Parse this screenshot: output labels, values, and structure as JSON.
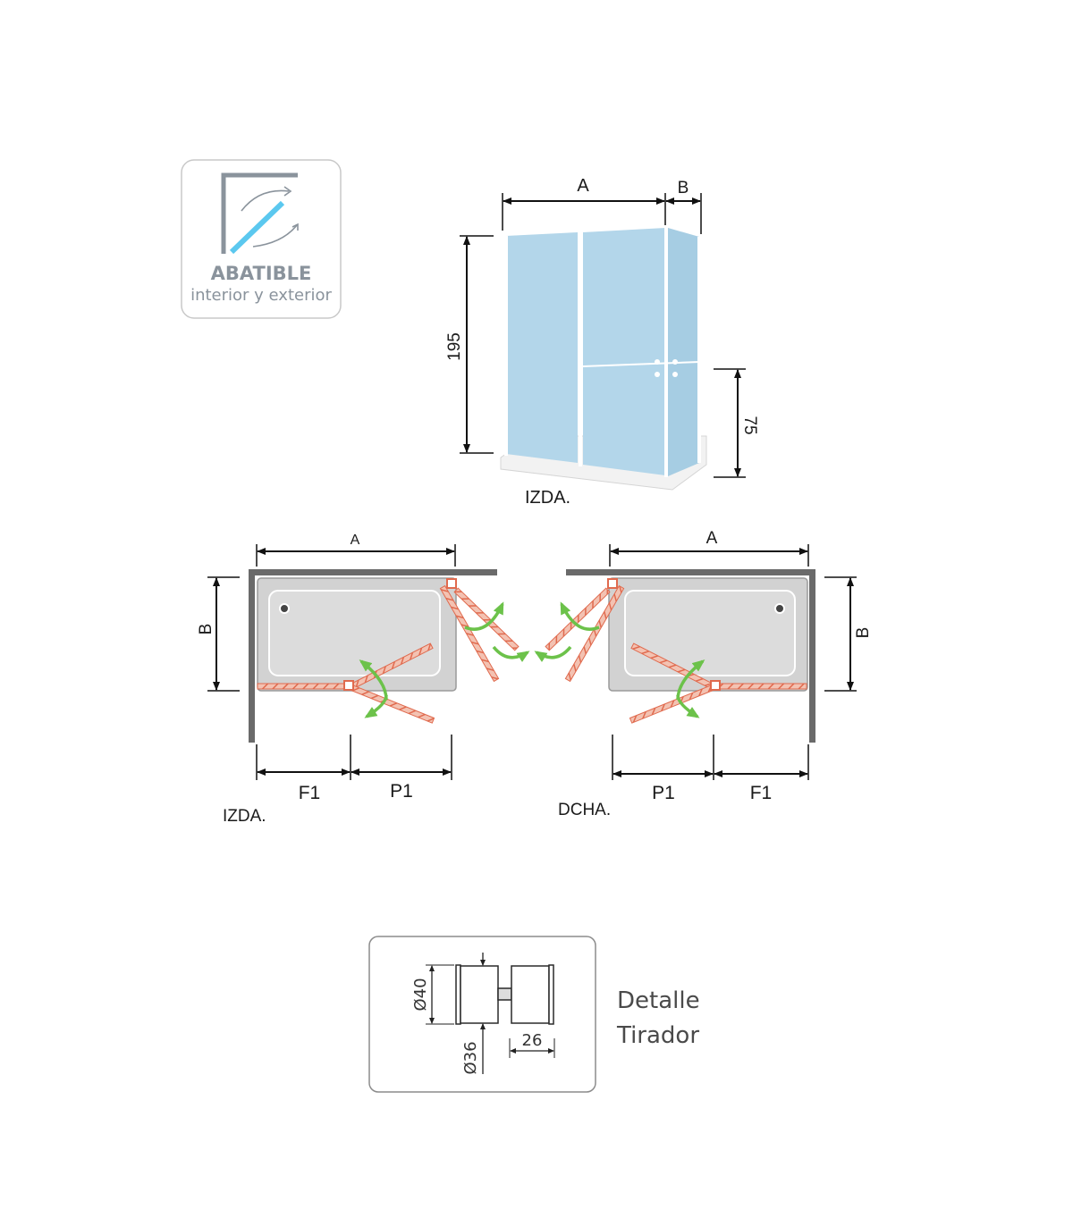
{
  "badge": {
    "title": "ABATIBLE",
    "subtitle": "interior y exterior",
    "icon": "swing-door-icon",
    "glass_color": "#5bc8ef",
    "frame_color": "#8a939c"
  },
  "elevation": {
    "dim_width_a": "A",
    "dim_width_b": "B",
    "dim_height": "195",
    "dim_handle_height": "75",
    "caption": "IZDA.",
    "glass_color": "#b3d6ea"
  },
  "plan_left": {
    "dim_top": "A",
    "dim_side": "B",
    "dim_f1": "F1",
    "dim_p1": "P1",
    "caption": "IZDA."
  },
  "plan_right": {
    "dim_top": "A",
    "dim_side": "B",
    "dim_f1": "F1",
    "dim_p1": "P1",
    "caption": "DCHA."
  },
  "handle_detail": {
    "dim_outer": "Ø40",
    "dim_inner": "Ø36",
    "dim_depth": "26",
    "label_line1": "Detalle",
    "label_line2": "Tirador"
  },
  "colors": {
    "arrow": "#6cc24a",
    "door": "#e06a4e",
    "tray": "#d2d2d2"
  }
}
